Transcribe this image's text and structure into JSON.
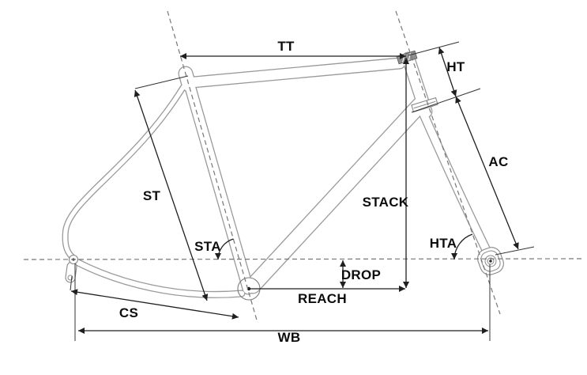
{
  "figure": {
    "type": "bicycle-frame-geometry-diagram",
    "background": "#ffffff",
    "colors": {
      "frame_outline": "#9a9a9a",
      "dimension_lines": "#1f1f1f",
      "construction_lines": "#777777",
      "label_text": "#0d0d0d"
    },
    "labels": {
      "tt": "TT",
      "ht": "HT",
      "ac": "AC",
      "st": "ST",
      "sta": "STA",
      "stack": "STACK",
      "hta": "HTA",
      "drop": "DROP",
      "reach": "REACH",
      "cs": "CS",
      "wb": "WB"
    }
  }
}
